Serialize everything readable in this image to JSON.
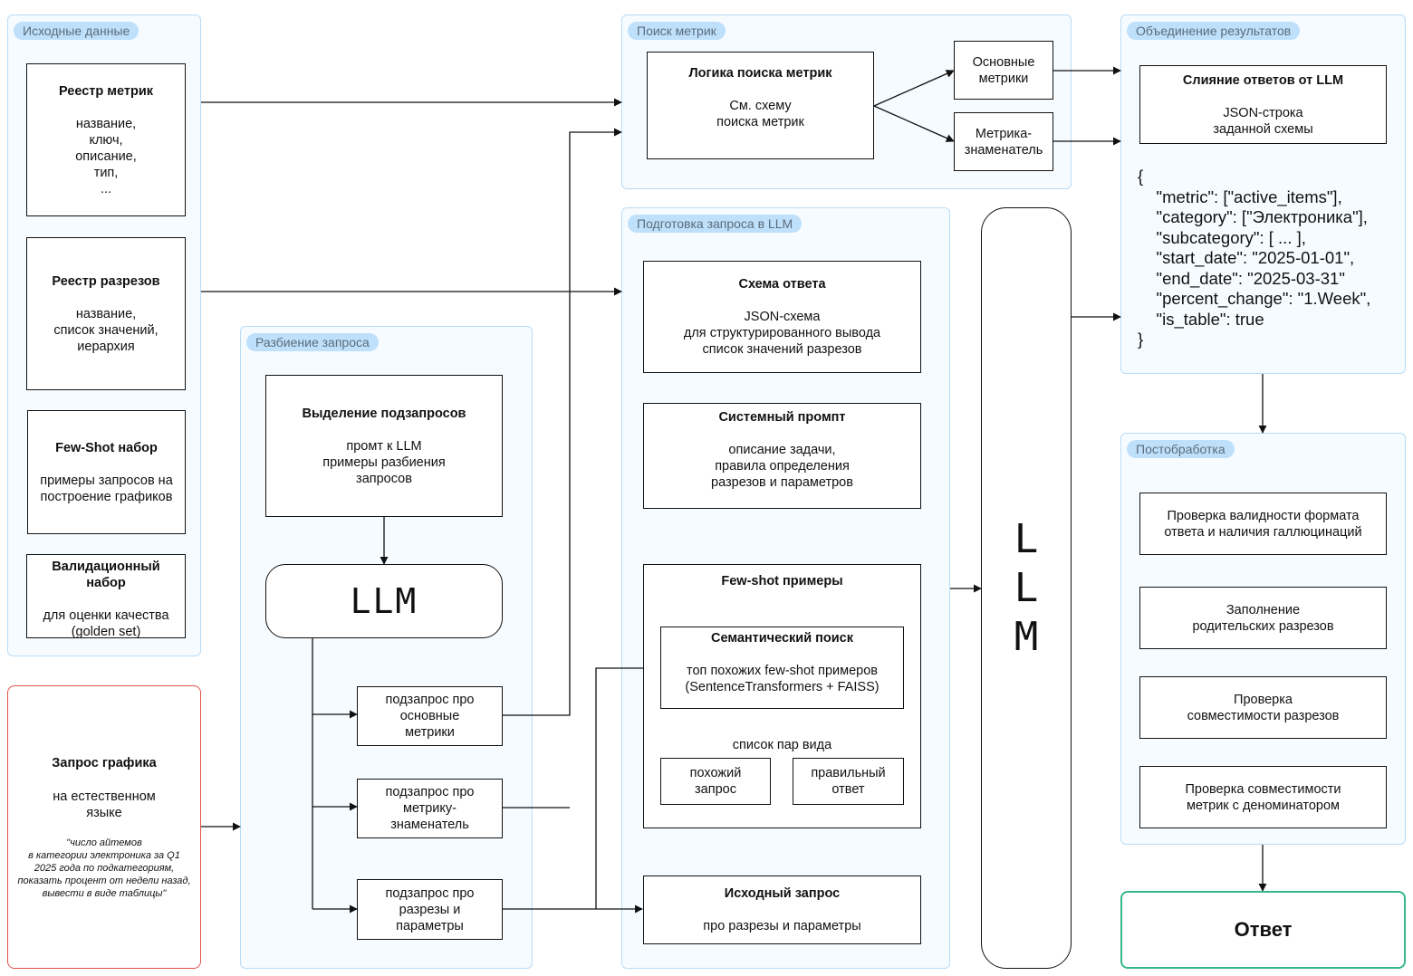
{
  "groups": {
    "source": "Исходные данные",
    "split": "Разбиение запроса",
    "search": "Поиск метрик",
    "prep": "Подготовка запроса в LLM",
    "merge": "Объединение результатов",
    "post": "Постобработка"
  },
  "source": {
    "metrics_registry": {
      "title": "Реестр метрик",
      "body": "название,\nключ,\nописание,\nтип,\n..."
    },
    "slices_registry": {
      "title": "Реестр разрезов",
      "body": "название,\nсписок значений,\nиерархия"
    },
    "fewshot_set": {
      "title": "Few-Shot набор",
      "body": "примеры запросов на\nпостроение графиков"
    },
    "validation_set": {
      "title": "Валидационный\nнабор",
      "body": "для оценки качества\n(golden set)"
    }
  },
  "request": {
    "title": "Запрос графика",
    "body": "на естественном\nязыке",
    "example": "\"число айтемов\nв категории электроника за Q1\n2025 года по подкатегориям,\nпоказать процент от недели назад,\nвывести в виде таблицы\""
  },
  "split": {
    "extract": {
      "title": "Выделение подзапросов",
      "body": "промт к LLM\nпримеры разбиения\nзапросов"
    },
    "llm": "LLM",
    "sub_main": "подзапрос про\nосновные\nметрики",
    "sub_denom": "подзапрос про\nметрику-\nзнаменатель",
    "sub_slices": "подзапрос про\nразрезы и\nпараметры"
  },
  "search": {
    "logic": {
      "title": "Логика поиска метрик",
      "body": "См. схему\nпоиска метрик"
    },
    "main_metrics": "Основные\nметрики",
    "denominator": "Метрика-\nзнаменатель"
  },
  "prep": {
    "schema": {
      "title": "Схема ответа",
      "body": "JSON-схема\nдля структурированного вывода\nсписок значений разрезов"
    },
    "system": {
      "title": "Системный промпт",
      "body": "описание задачи,\nправила определения\nразрезов и параметров"
    },
    "fewshot": {
      "title": "Few-shot примеры",
      "pairs_label": "список пар вида"
    },
    "semantic": {
      "title": "Семантический поиск",
      "body": "топ похожих few-shot примеров\n(SentenceTransformers + FAISS)"
    },
    "similar": "похожий\nзапрос",
    "correct": "правильный\nответ",
    "original": {
      "title": "Исходный запрос",
      "body": "про разрезы и параметры"
    }
  },
  "llm_main": "L\nL\nM",
  "merge": {
    "merge_box": {
      "title": "Слияние ответов от LLM",
      "body": "JSON-строка\nзаданной схемы"
    },
    "json": "{\n    \"metric\": [\"active_items\"],\n    \"category\": [\"Электроника\"],\n    \"subcategory\": [ ... ],\n    \"start_date\": \"2025-01-01\",\n    \"end_date\": \"2025-03-31\"\n    \"percent_change\": \"1.Week\",\n    \"is_table\": true\n}"
  },
  "post": {
    "validity": "Проверка валидности формата\nответа и наличия галлюцинаций",
    "parents": "Заполнение\nродительских разрезов",
    "compat": "Проверка\nсовместимости разрезов",
    "denom": "Проверка совместимости\nметрик с  деноминатором"
  },
  "answer": "Ответ",
  "colors": {
    "group_border": "#b9dcf6",
    "group_fill": "#f6fbff",
    "label_fill": "#bfe0fb",
    "request_border": "#e0524a",
    "answer_border": "#36b88a"
  }
}
